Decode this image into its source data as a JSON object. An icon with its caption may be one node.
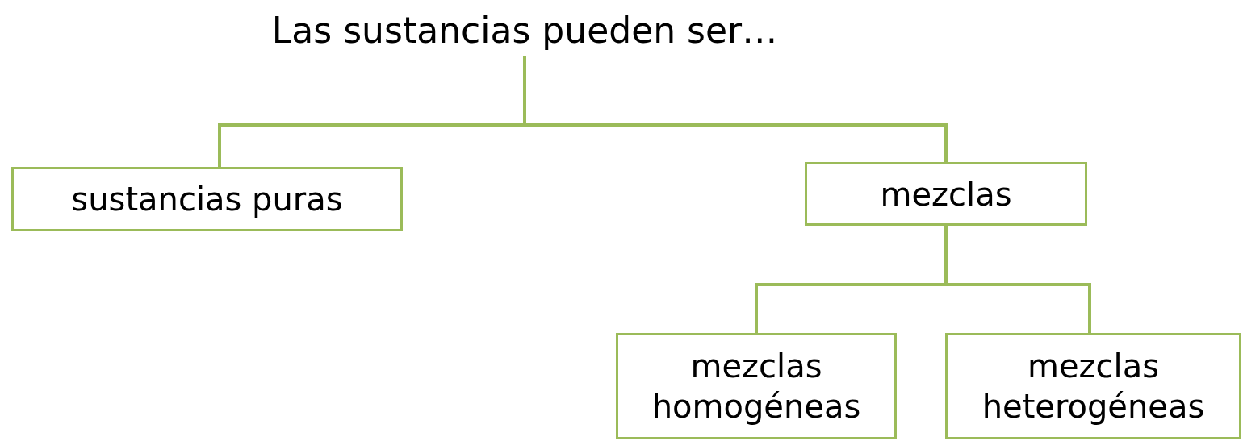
{
  "diagram": {
    "nodes": [
      {
        "text": [
          "Las sustancias pueden ser…"
        ]
      },
      {
        "text": [
          "sustancias puras"
        ]
      },
      {
        "text": [
          "mezclas"
        ]
      },
      {
        "text": [
          "mezclas homogéneas"
        ]
      },
      {
        "text": [
          "mezclas heterogéneas"
        ]
      }
    ],
    "edges": [
      {
        "from": 0,
        "to": 1,
        "arrow": "none"
      },
      {
        "from": 0,
        "to": 2,
        "arrow": "none"
      },
      {
        "from": 2,
        "to": 3,
        "arrow": "none"
      },
      {
        "from": 2,
        "to": 4,
        "arrow": "none"
      }
    ]
  }
}
